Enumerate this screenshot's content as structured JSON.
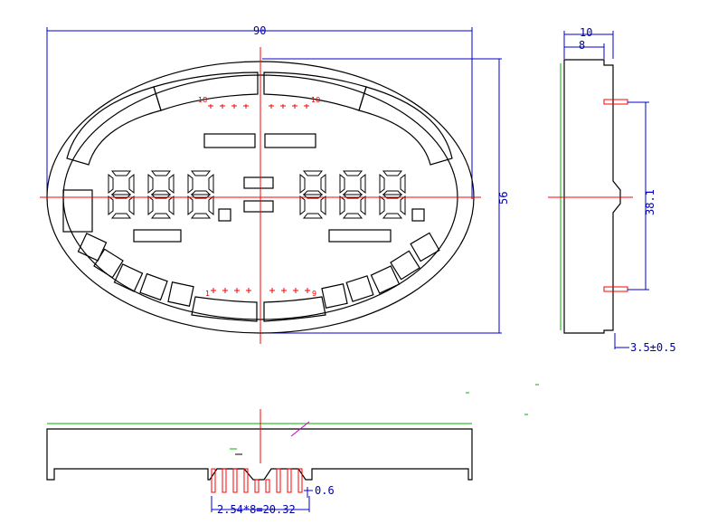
{
  "drawing": {
    "front_view": {
      "width_dim": "90",
      "height_dim": "56",
      "pin_label_top_left": "18",
      "pin_label_top_right": "10",
      "pin_label_bottom_left": "1",
      "pin_label_bottom_right": "9"
    },
    "side_view": {
      "depth_outer_dim": "10",
      "depth_inner_dim": "8",
      "pin_row_spacing_dim": "38.1",
      "pin_length_dim": "3.5±0.5"
    },
    "bottom_view": {
      "pin_pitch_dim": "2.54*8=20.32",
      "pin_width_dim": "0.6"
    }
  },
  "colors": {
    "outline": "#000000",
    "dimension": "#0000cc",
    "centerline": "#ff0000",
    "pins": "#ff0000",
    "reference": "#00b000"
  }
}
